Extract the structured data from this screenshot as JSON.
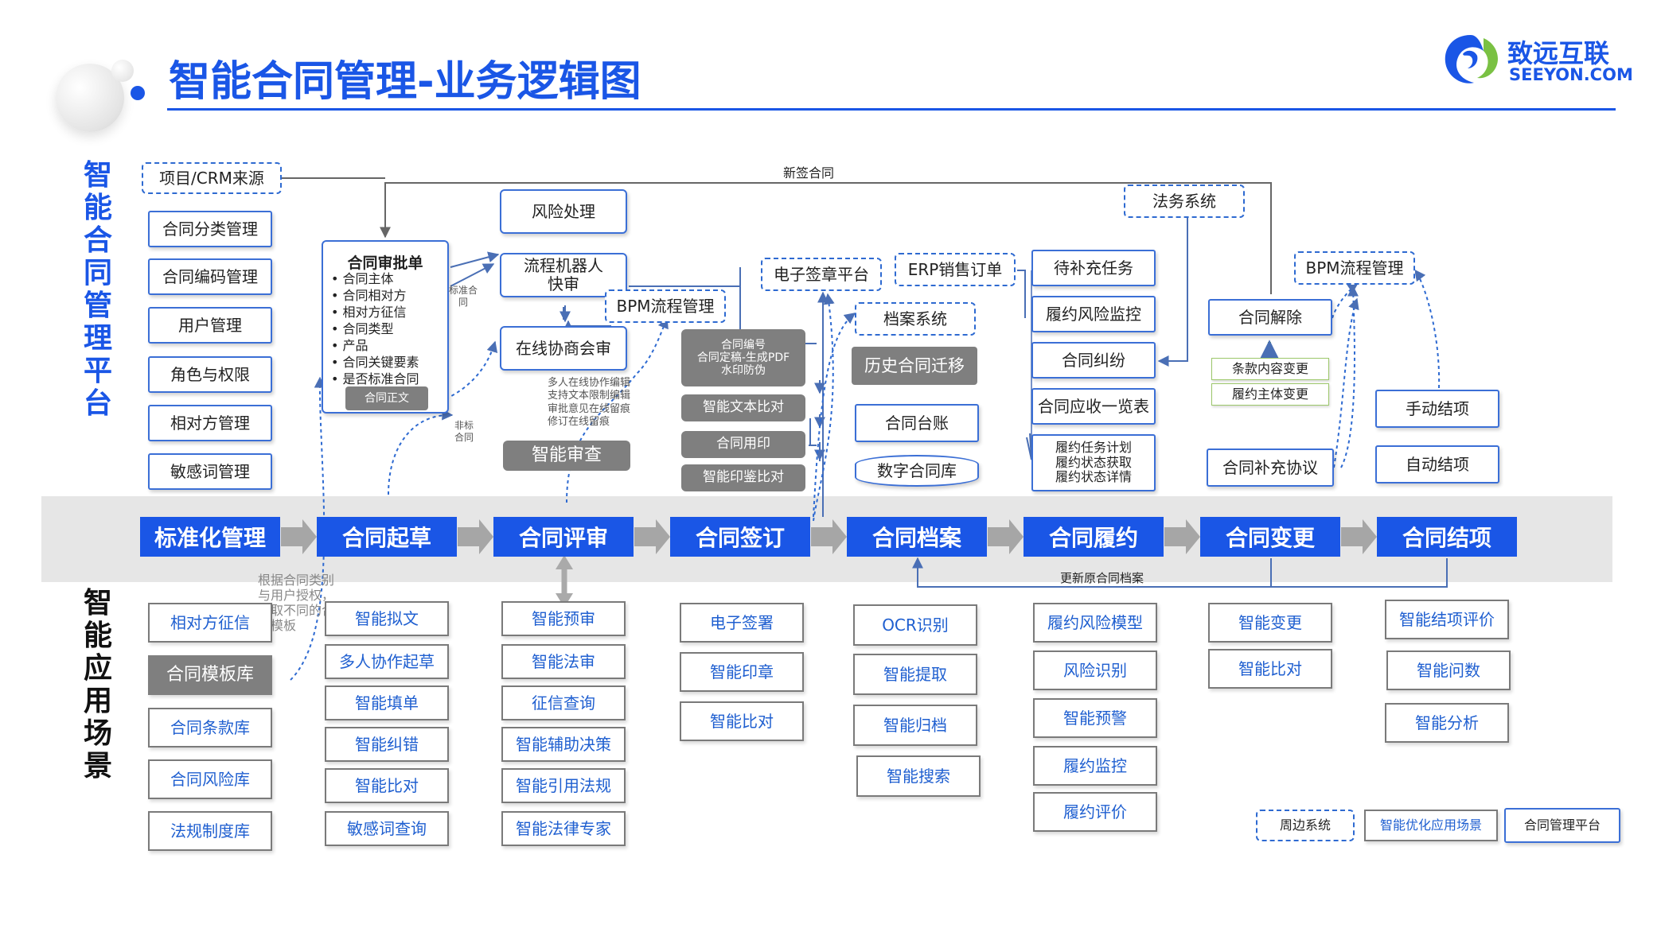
{
  "title": "智能合同管理-业务逻辑图",
  "logo": {
    "text_cn": "致远互联",
    "text_en": "SEEYON.COM",
    "colors": [
      "#1a56e6",
      "#7ac143"
    ]
  },
  "side_titles": {
    "top": "智能合同管理平台",
    "bottom": "智能应用场景"
  },
  "stages": [
    "标准化管理",
    "合同起草",
    "合同评审",
    "合同签订",
    "合同档案",
    "合同履约",
    "合同变更",
    "合同结项"
  ],
  "flow_labels": {
    "new_contract": "新签合同",
    "update_archive": "更新原合同档案",
    "standard": "标准合同",
    "nonstandard": "非标合同"
  },
  "crm_source": "项目/CRM来源",
  "std_items": [
    "合同分类管理",
    "合同编码管理",
    "用户管理",
    "角色与权限",
    "相对方管理",
    "敏感词管理"
  ],
  "approval": {
    "title": "合同审批单",
    "items": [
      "合同主体",
      "合同相对方",
      "相对方征信",
      "合同类型",
      "产品",
      "合同关键要素",
      "是否标准合同"
    ],
    "body_tag": "合同正文"
  },
  "review": {
    "risk": "风险处理",
    "robot": "流程机器人快审",
    "bpm": "BPM流程管理",
    "online": "在线协商会审",
    "notes": [
      "多人在线协作编辑",
      "支持文本限制编辑",
      "审批意见在线留痕",
      "修订在线留痕"
    ],
    "smart_check": "智能审查"
  },
  "sign": {
    "e_platform": "电子签章平台",
    "gen": [
      "合同编号",
      "合同定稿-生成PDF",
      "水印防伪"
    ],
    "text_compare": "智能文本比对",
    "seal_use": "合同用印",
    "seal_compare": "智能印鉴比对"
  },
  "archive": {
    "erp": "ERP销售订单",
    "system": "档案系统",
    "migrate": "历史合同迁移",
    "ledger": "合同台账",
    "db": "数字合同库"
  },
  "perform": {
    "legal": "法务系统",
    "todo": "待补充任务",
    "risk_monitor": "履约风险监控",
    "dispute": "合同纠纷",
    "receivable": "合同应收一览表",
    "plan": [
      "履约任务计划",
      "履约状态获取",
      "履约状态详情"
    ]
  },
  "change": {
    "cancel": "合同解除",
    "sub": [
      "条款内容变更",
      "履约主体变更"
    ],
    "supplement": "合同补充协议"
  },
  "close": {
    "bpm": "BPM流程管理",
    "manual": "手动结项",
    "auto": "自动结项"
  },
  "template_note": [
    "根据合同类别",
    "与用户授权，",
    "调取不同的合",
    "同模板"
  ],
  "ai": {
    "std": [
      "相对方征信",
      "合同模板库",
      "合同条款库",
      "合同风险库",
      "法规制度库"
    ],
    "draft": [
      "智能拟文",
      "多人协作起草",
      "智能填单",
      "智能纠错",
      "智能比对",
      "敏感词查询"
    ],
    "review": [
      "智能预审",
      "智能法审",
      "征信查询",
      "智能辅助决策",
      "智能引用法规",
      "智能法律专家"
    ],
    "sign": [
      "电子签署",
      "智能印章",
      "智能比对"
    ],
    "archive": [
      "OCR识别",
      "智能提取",
      "智能归档",
      "智能搜索"
    ],
    "perform": [
      "履约风险模型",
      "风险识别",
      "智能预警",
      "履约监控",
      "履约评价"
    ],
    "change": [
      "智能变更",
      "智能比对"
    ],
    "close": [
      "智能结项评价",
      "智能问数",
      "智能分析"
    ]
  },
  "legend": [
    "周边系统",
    "智能优化应用场景",
    "合同管理平台"
  ]
}
